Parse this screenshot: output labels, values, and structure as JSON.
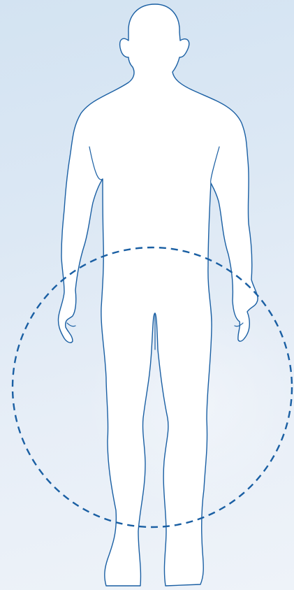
{
  "illustration": {
    "subject": "human-body-silhouette-front",
    "highlighted_region": "lower-body-thighs-hands",
    "outline_color": "#1a5fa3",
    "fill_color": "#ffffff",
    "ring_color": "#1a5fa3",
    "ring_style": "dashed",
    "background_colors": [
      "#d3e3f2",
      "#eef3f9"
    ]
  }
}
